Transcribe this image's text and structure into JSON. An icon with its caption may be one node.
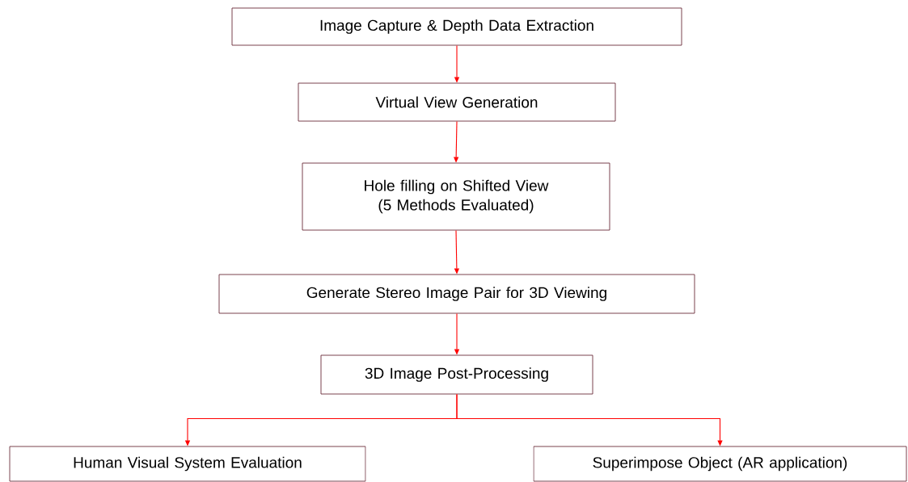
{
  "diagram": {
    "nodes": [
      {
        "text": [
          "Image Capture & Depth Data Extraction"
        ]
      },
      {
        "text": [
          "Virtual View Generation"
        ]
      },
      {
        "text": [
          "Hole filling on Shifted View (5 Methods Evaluated)"
        ]
      },
      {
        "text": [
          "Generate Stereo Image Pair for 3D Viewing"
        ]
      },
      {
        "text": [
          "3D Image Post-Processing"
        ]
      },
      {
        "text": [
          "Human Visual System Evaluation"
        ]
      },
      {
        "text": [
          "Superimpose Object (AR application)"
        ]
      }
    ],
    "edges": [
      {
        "from": 0,
        "to": 1,
        "arrow": "to"
      },
      {
        "from": 1,
        "to": 2,
        "arrow": "to"
      },
      {
        "from": 2,
        "to": 3,
        "arrow": "to"
      },
      {
        "from": 3,
        "to": 4,
        "arrow": "to"
      },
      {
        "from": 4,
        "to": 5,
        "arrow": "to"
      },
      {
        "from": 4,
        "to": 6,
        "arrow": "to"
      }
    ]
  }
}
